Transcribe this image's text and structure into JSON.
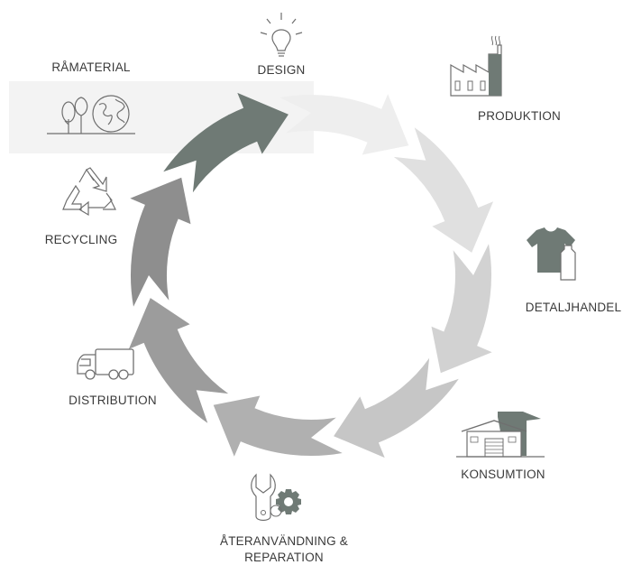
{
  "stages": [
    {
      "id": "ramaterial",
      "lines": [
        "RÅMATERIAL"
      ],
      "icon": "tree-globe-icon"
    },
    {
      "id": "design",
      "lines": [
        "DESIGN"
      ],
      "icon": "lightbulb-icon"
    },
    {
      "id": "produktion",
      "lines": [
        "PRODUKTION"
      ],
      "icon": "factory-icon"
    },
    {
      "id": "detaljhandel",
      "lines": [
        "DETALJHANDEL"
      ],
      "icon": "shirt-bottle-icon"
    },
    {
      "id": "konsumtion",
      "lines": [
        "KONSUMTION"
      ],
      "icon": "house-icon"
    },
    {
      "id": "ateranvandning",
      "lines": [
        "ÅTERANVÄNDNING &",
        "REPARATION"
      ],
      "icon": "wrench-gear-icon"
    },
    {
      "id": "distribution",
      "lines": [
        "DISTRIBUTION"
      ],
      "icon": "truck-icon"
    },
    {
      "id": "recycling",
      "lines": [
        "RECYCLING"
      ],
      "icon": "recycle-icon"
    }
  ],
  "colors": {
    "arrow_1": "#eeeeee",
    "arrow_2": "#e0e0e0",
    "arrow_3": "#d2d2d2",
    "arrow_4": "#c6c6c6",
    "arrow_5": "#b0b0b0",
    "arrow_6": "#9c9c9c",
    "arrow_7": "#8e8e8e",
    "arrow_8": "#6f7a75",
    "icon_stroke": "#6f6f6f",
    "icon_fill": "#6f7a75",
    "label": "#3a3a3a"
  }
}
